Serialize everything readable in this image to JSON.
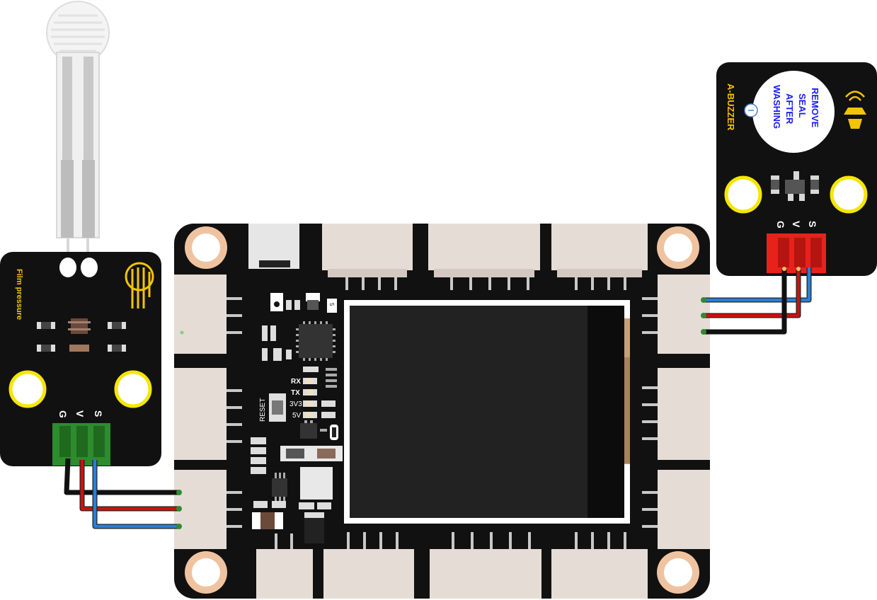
{
  "pressure_sensor": {
    "title": "Film pressure",
    "pins": {
      "g": "G",
      "v": "V",
      "s": "S"
    }
  },
  "buzzer_module": {
    "title": "A-BUZZER",
    "seal_text": [
      "REMOVE",
      "SEAL",
      "AFTER",
      "WASHING"
    ],
    "pins": {
      "g": "G",
      "v": "V",
      "s": "S"
    }
  },
  "main_board": {
    "button_label": "RESET",
    "led_labels": {
      "rx": "RX",
      "tx": "TX",
      "v33": "3V3",
      "v5": "5V"
    },
    "chip_mark": "5"
  },
  "colors": {
    "board": "#111111",
    "connector": "#e6dcd6",
    "mount_ring": "#f0c3a0",
    "sensor_header": "#2e8b2e",
    "buzzer_header": "#e8221b",
    "wire_gnd": "#111111",
    "wire_vcc": "#cc1111",
    "wire_sig": "#2a7fd4",
    "label_yellow": "#f5c400",
    "seal_text": "#1a1aff"
  }
}
